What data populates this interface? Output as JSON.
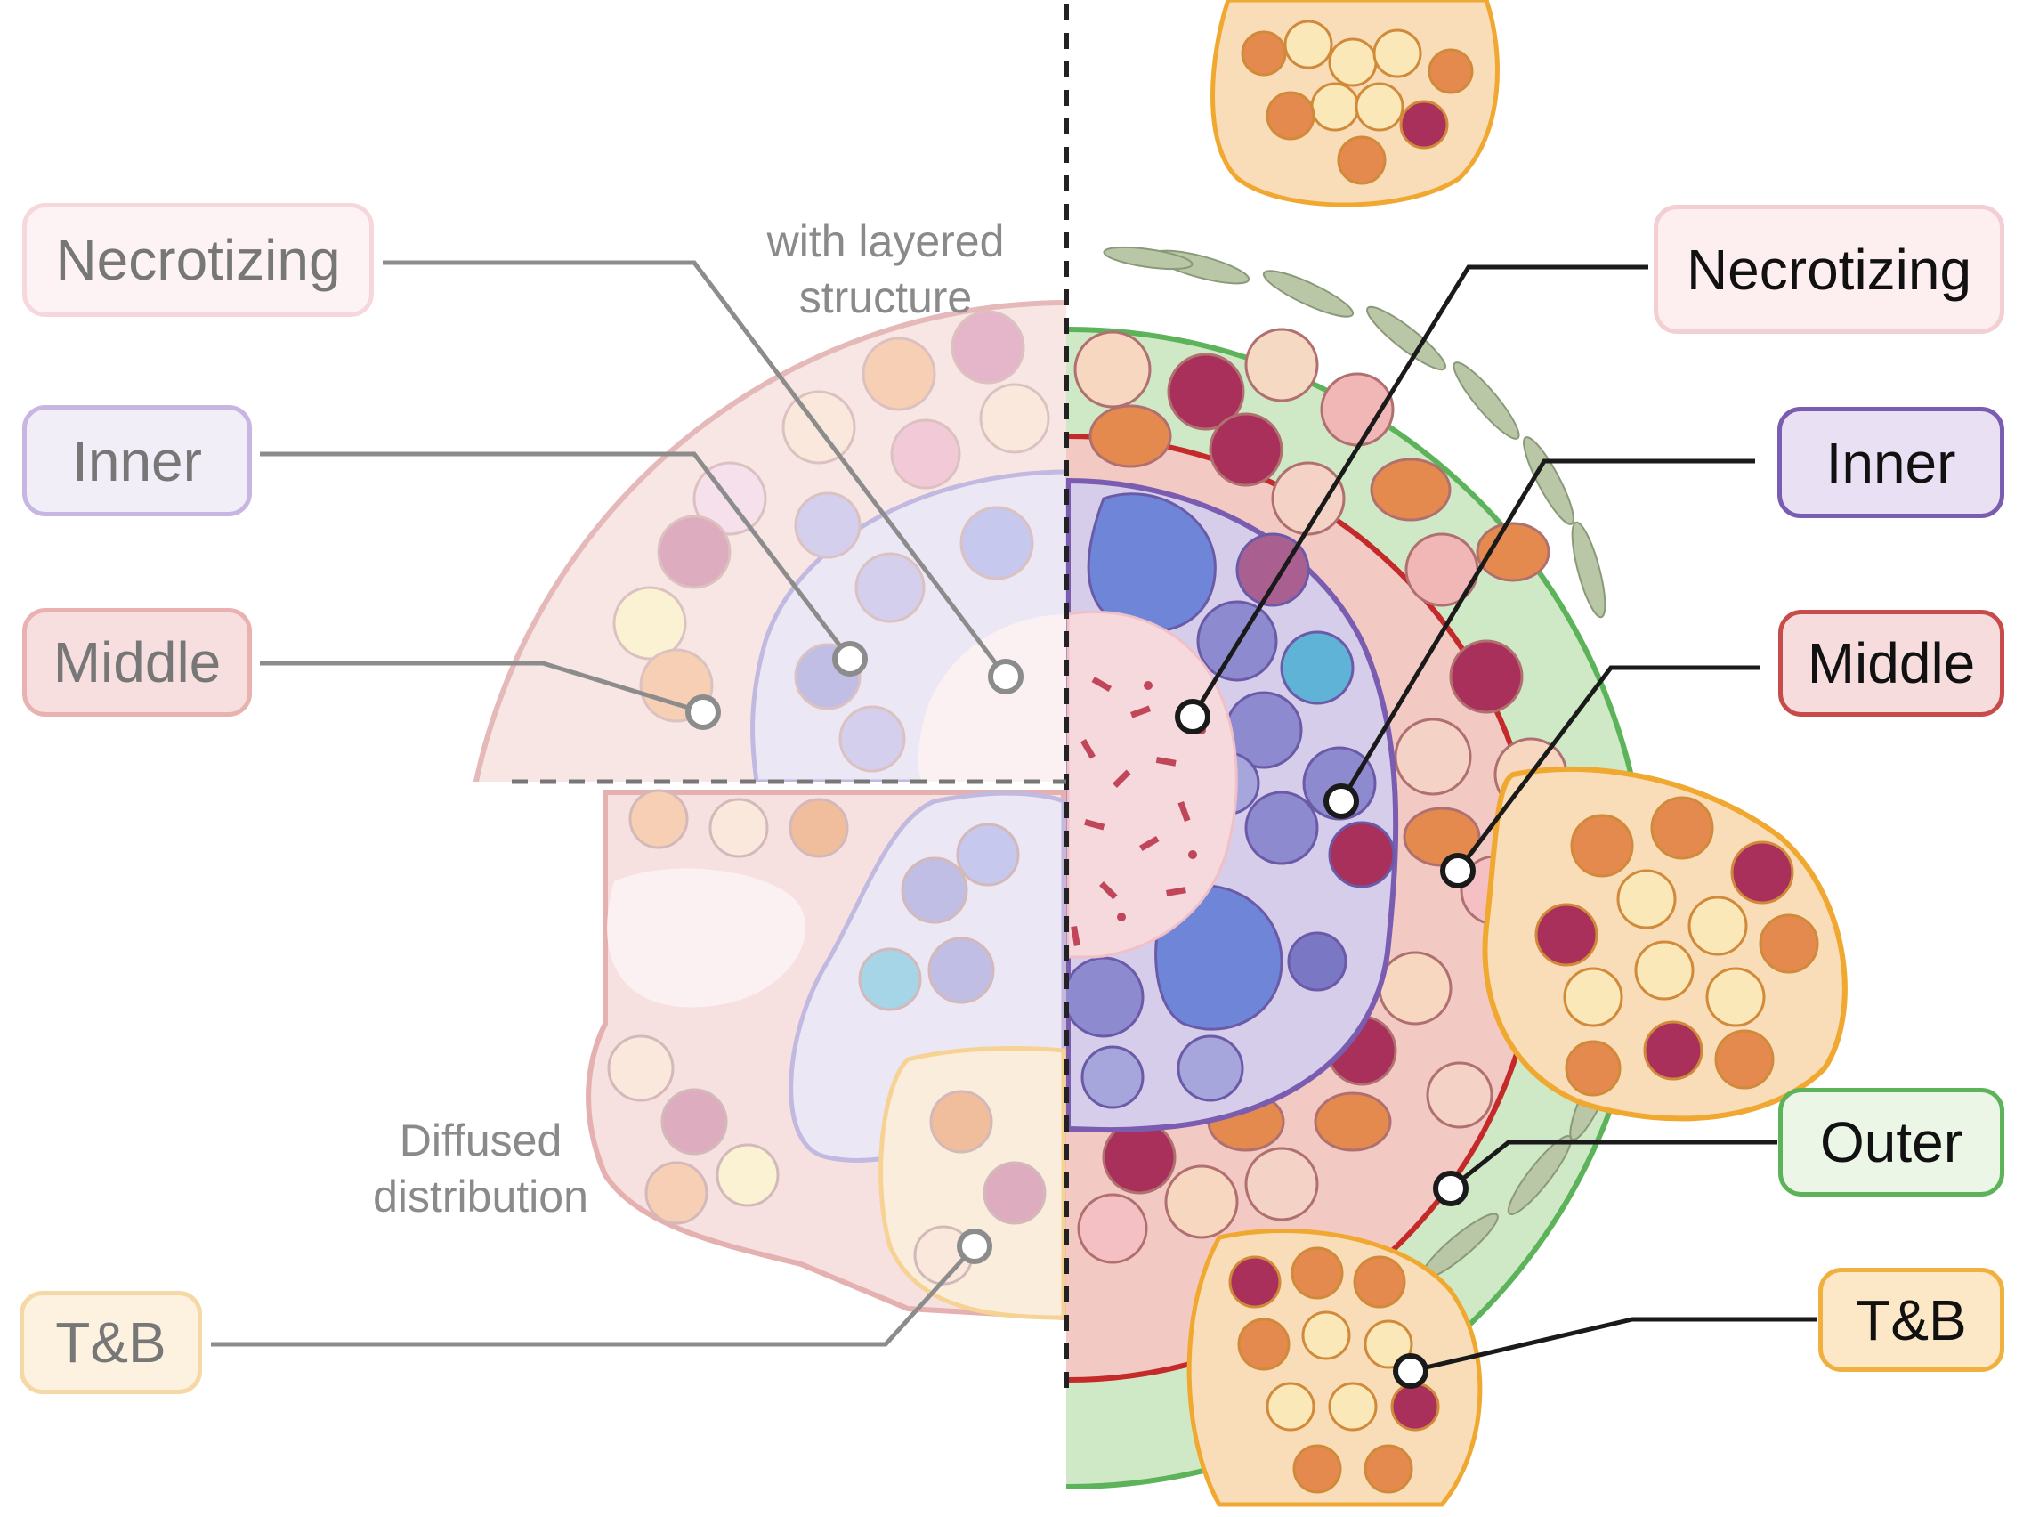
{
  "left_panel": {
    "labels": {
      "necrotizing": "Necrotizing",
      "inner": "Inner",
      "middle": "Middle",
      "tb": "T&B"
    },
    "annotation_top": [
      "with layered",
      "structure"
    ],
    "annotation_bottom": [
      "Diffused",
      "distribution"
    ]
  },
  "right_panel": {
    "labels": {
      "necrotizing": "Necrotizing",
      "inner": "Inner",
      "middle": "Middle",
      "outer": "Outer",
      "tb": "T&B"
    }
  },
  "colors": {
    "necrotizing": "#f2cfd2",
    "inner": "#8a6cb4",
    "middle": "#c84b4b",
    "outer": "#5cb35a",
    "tb": "#f0b040",
    "leader_left": "#8c8c8c",
    "leader_right": "#1a1a1a"
  }
}
